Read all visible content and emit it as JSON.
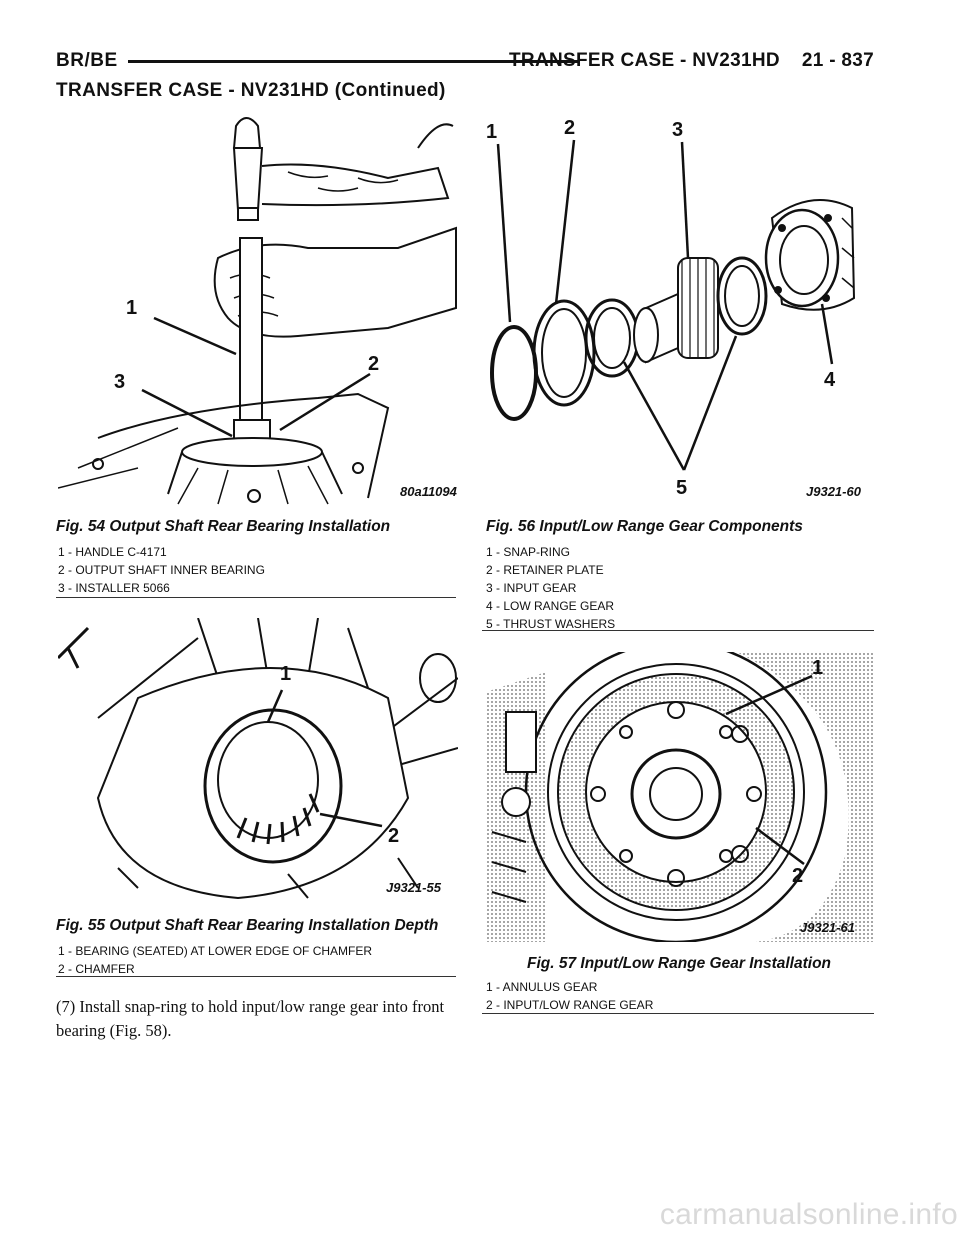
{
  "header": {
    "left": "BR/BE",
    "title": "TRANSFER CASE - NV231HD",
    "page": "21 - 837"
  },
  "section_title": "TRANSFER CASE - NV231HD (Continued)",
  "figures": {
    "fig54": {
      "code": "80a11094",
      "caption": "Fig. 54 Output Shaft Rear Bearing Installation",
      "legend": [
        "1 - HANDLE C-4171",
        "2 - OUTPUT SHAFT INNER BEARING",
        "3 - INSTALLER 5066"
      ],
      "callouts": [
        "1",
        "2",
        "3"
      ]
    },
    "fig55": {
      "code": "J9321-55",
      "caption": "Fig. 55 Output Shaft Rear Bearing Installation Depth",
      "legend": [
        "1 - BEARING (SEATED) AT LOWER EDGE OF CHAMFER",
        "2 - CHAMFER"
      ],
      "callouts": [
        "1",
        "2"
      ]
    },
    "fig56": {
      "code": "J9321-60",
      "caption": "Fig. 56 Input/Low Range Gear Components",
      "legend": [
        "1 - SNAP-RING",
        "2 - RETAINER PLATE",
        "3 - INPUT GEAR",
        "4 - LOW RANGE GEAR",
        "5 - THRUST WASHERS"
      ],
      "callouts": [
        "1",
        "2",
        "3",
        "4",
        "5"
      ]
    },
    "fig57": {
      "code": "J9321-61",
      "caption": "Fig. 57 Input/Low Range Gear Installation",
      "legend": [
        "1 - ANNULUS GEAR",
        "2 - INPUT/LOW RANGE GEAR"
      ],
      "callouts": [
        "1",
        "2"
      ]
    }
  },
  "body_text": "(7) Install snap-ring to hold input/low range gear into front bearing (Fig. 58).",
  "watermark": "carmanualsonline.info"
}
